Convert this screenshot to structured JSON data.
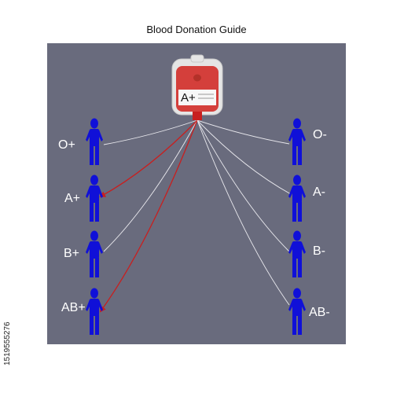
{
  "title": "Blood Donation Guide",
  "donor": {
    "blood_type": "A+",
    "icon": "blood-bag-icon"
  },
  "recipients": [
    {
      "id": "o-pos",
      "label": "O+",
      "side": "left",
      "compatible": false
    },
    {
      "id": "a-pos",
      "label": "A+",
      "side": "left",
      "compatible": true
    },
    {
      "id": "b-pos",
      "label": "B+",
      "side": "left",
      "compatible": false
    },
    {
      "id": "ab-pos",
      "label": "AB+",
      "side": "left",
      "compatible": true
    },
    {
      "id": "o-neg",
      "label": "O-",
      "side": "right",
      "compatible": false
    },
    {
      "id": "a-neg",
      "label": "A-",
      "side": "right",
      "compatible": false
    },
    {
      "id": "b-neg",
      "label": "B-",
      "side": "right",
      "compatible": false
    },
    {
      "id": "ab-neg",
      "label": "AB-",
      "side": "right",
      "compatible": false
    }
  ],
  "colors": {
    "panel": "#696b7d",
    "person": "#1010d8",
    "compatible_line": "#c81f1f",
    "incompatible_line": "#e9e9ee",
    "bag": "#d43f3b"
  },
  "credit": "1519555276"
}
